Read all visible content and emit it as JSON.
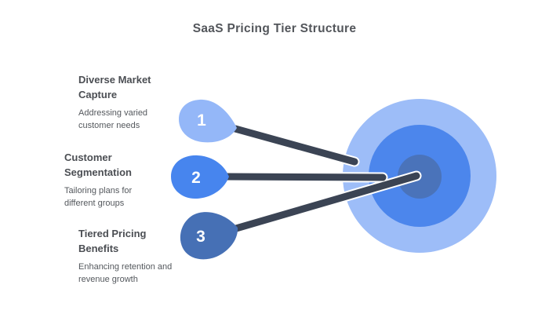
{
  "title": "SaaS Pricing Tier Structure",
  "tiers": [
    {
      "number": "1",
      "heading": "Diverse Market Capture",
      "description": "Addressing varied customer needs",
      "color": "#94B7F8"
    },
    {
      "number": "2",
      "heading": "Customer Segmentation",
      "description": "Tailoring plans for different groups",
      "color": "#4785EE"
    },
    {
      "number": "3",
      "heading": "Tiered Pricing Benefits",
      "description": "Enhancing retention and revenue growth",
      "color": "#4670B5"
    }
  ],
  "target": {
    "ring_outer_color": "#9DBDF8",
    "ring_middle_color": "#4C86EC",
    "ring_inner_color": "#4A73BA"
  },
  "connector_color": "#3B4454"
}
